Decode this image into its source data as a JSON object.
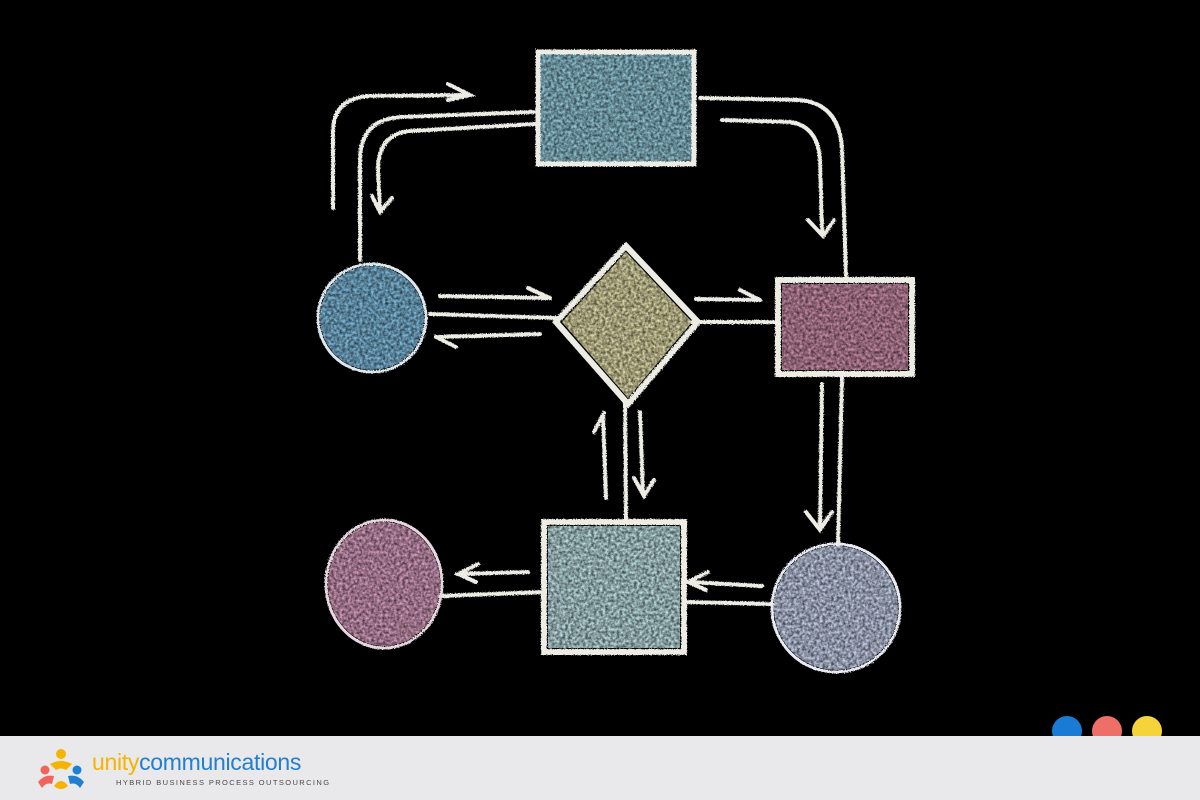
{
  "diagram": {
    "nodes": [
      {
        "id": "top-rect",
        "shape": "rectangle",
        "fill": "#8fc3d3"
      },
      {
        "id": "left-circle",
        "shape": "circle",
        "fill": "#7db7d8"
      },
      {
        "id": "center-diamond",
        "shape": "diamond",
        "fill": "#ded8a6"
      },
      {
        "id": "right-rect",
        "shape": "rectangle",
        "fill": "#c88aa6"
      },
      {
        "id": "bottom-left-circle",
        "shape": "circle",
        "fill": "#d49bbb"
      },
      {
        "id": "bottom-rect",
        "shape": "rectangle",
        "fill": "#bcdde0"
      },
      {
        "id": "bottom-right-circle",
        "shape": "circle",
        "fill": "#c3cde6"
      }
    ],
    "edges": [
      {
        "from": "left-circle",
        "to": "top-rect",
        "direction": "bidirectional"
      },
      {
        "from": "top-rect",
        "to": "right-rect",
        "direction": "forward"
      },
      {
        "from": "left-circle",
        "to": "center-diamond",
        "direction": "bidirectional"
      },
      {
        "from": "center-diamond",
        "to": "right-rect",
        "direction": "forward"
      },
      {
        "from": "center-diamond",
        "to": "bottom-rect",
        "direction": "bidirectional"
      },
      {
        "from": "right-rect",
        "to": "bottom-right-circle",
        "direction": "forward"
      },
      {
        "from": "bottom-right-circle",
        "to": "bottom-rect",
        "direction": "forward"
      },
      {
        "from": "bottom-rect",
        "to": "bottom-left-circle",
        "direction": "forward"
      }
    ],
    "chalk_color": "#ecebe4",
    "background": "#000000"
  },
  "footer": {
    "brand_part1": "unity",
    "brand_part2": "communications",
    "tagline": "HYBRID BUSINESS PROCESS OUTSOURCING",
    "brand_colors": {
      "yellow": "#f5b400",
      "blue": "#1f7fd1",
      "coral": "#f0645a"
    },
    "dots": [
      "#1a7bd4",
      "#ee6f68",
      "#f7d33a"
    ]
  }
}
